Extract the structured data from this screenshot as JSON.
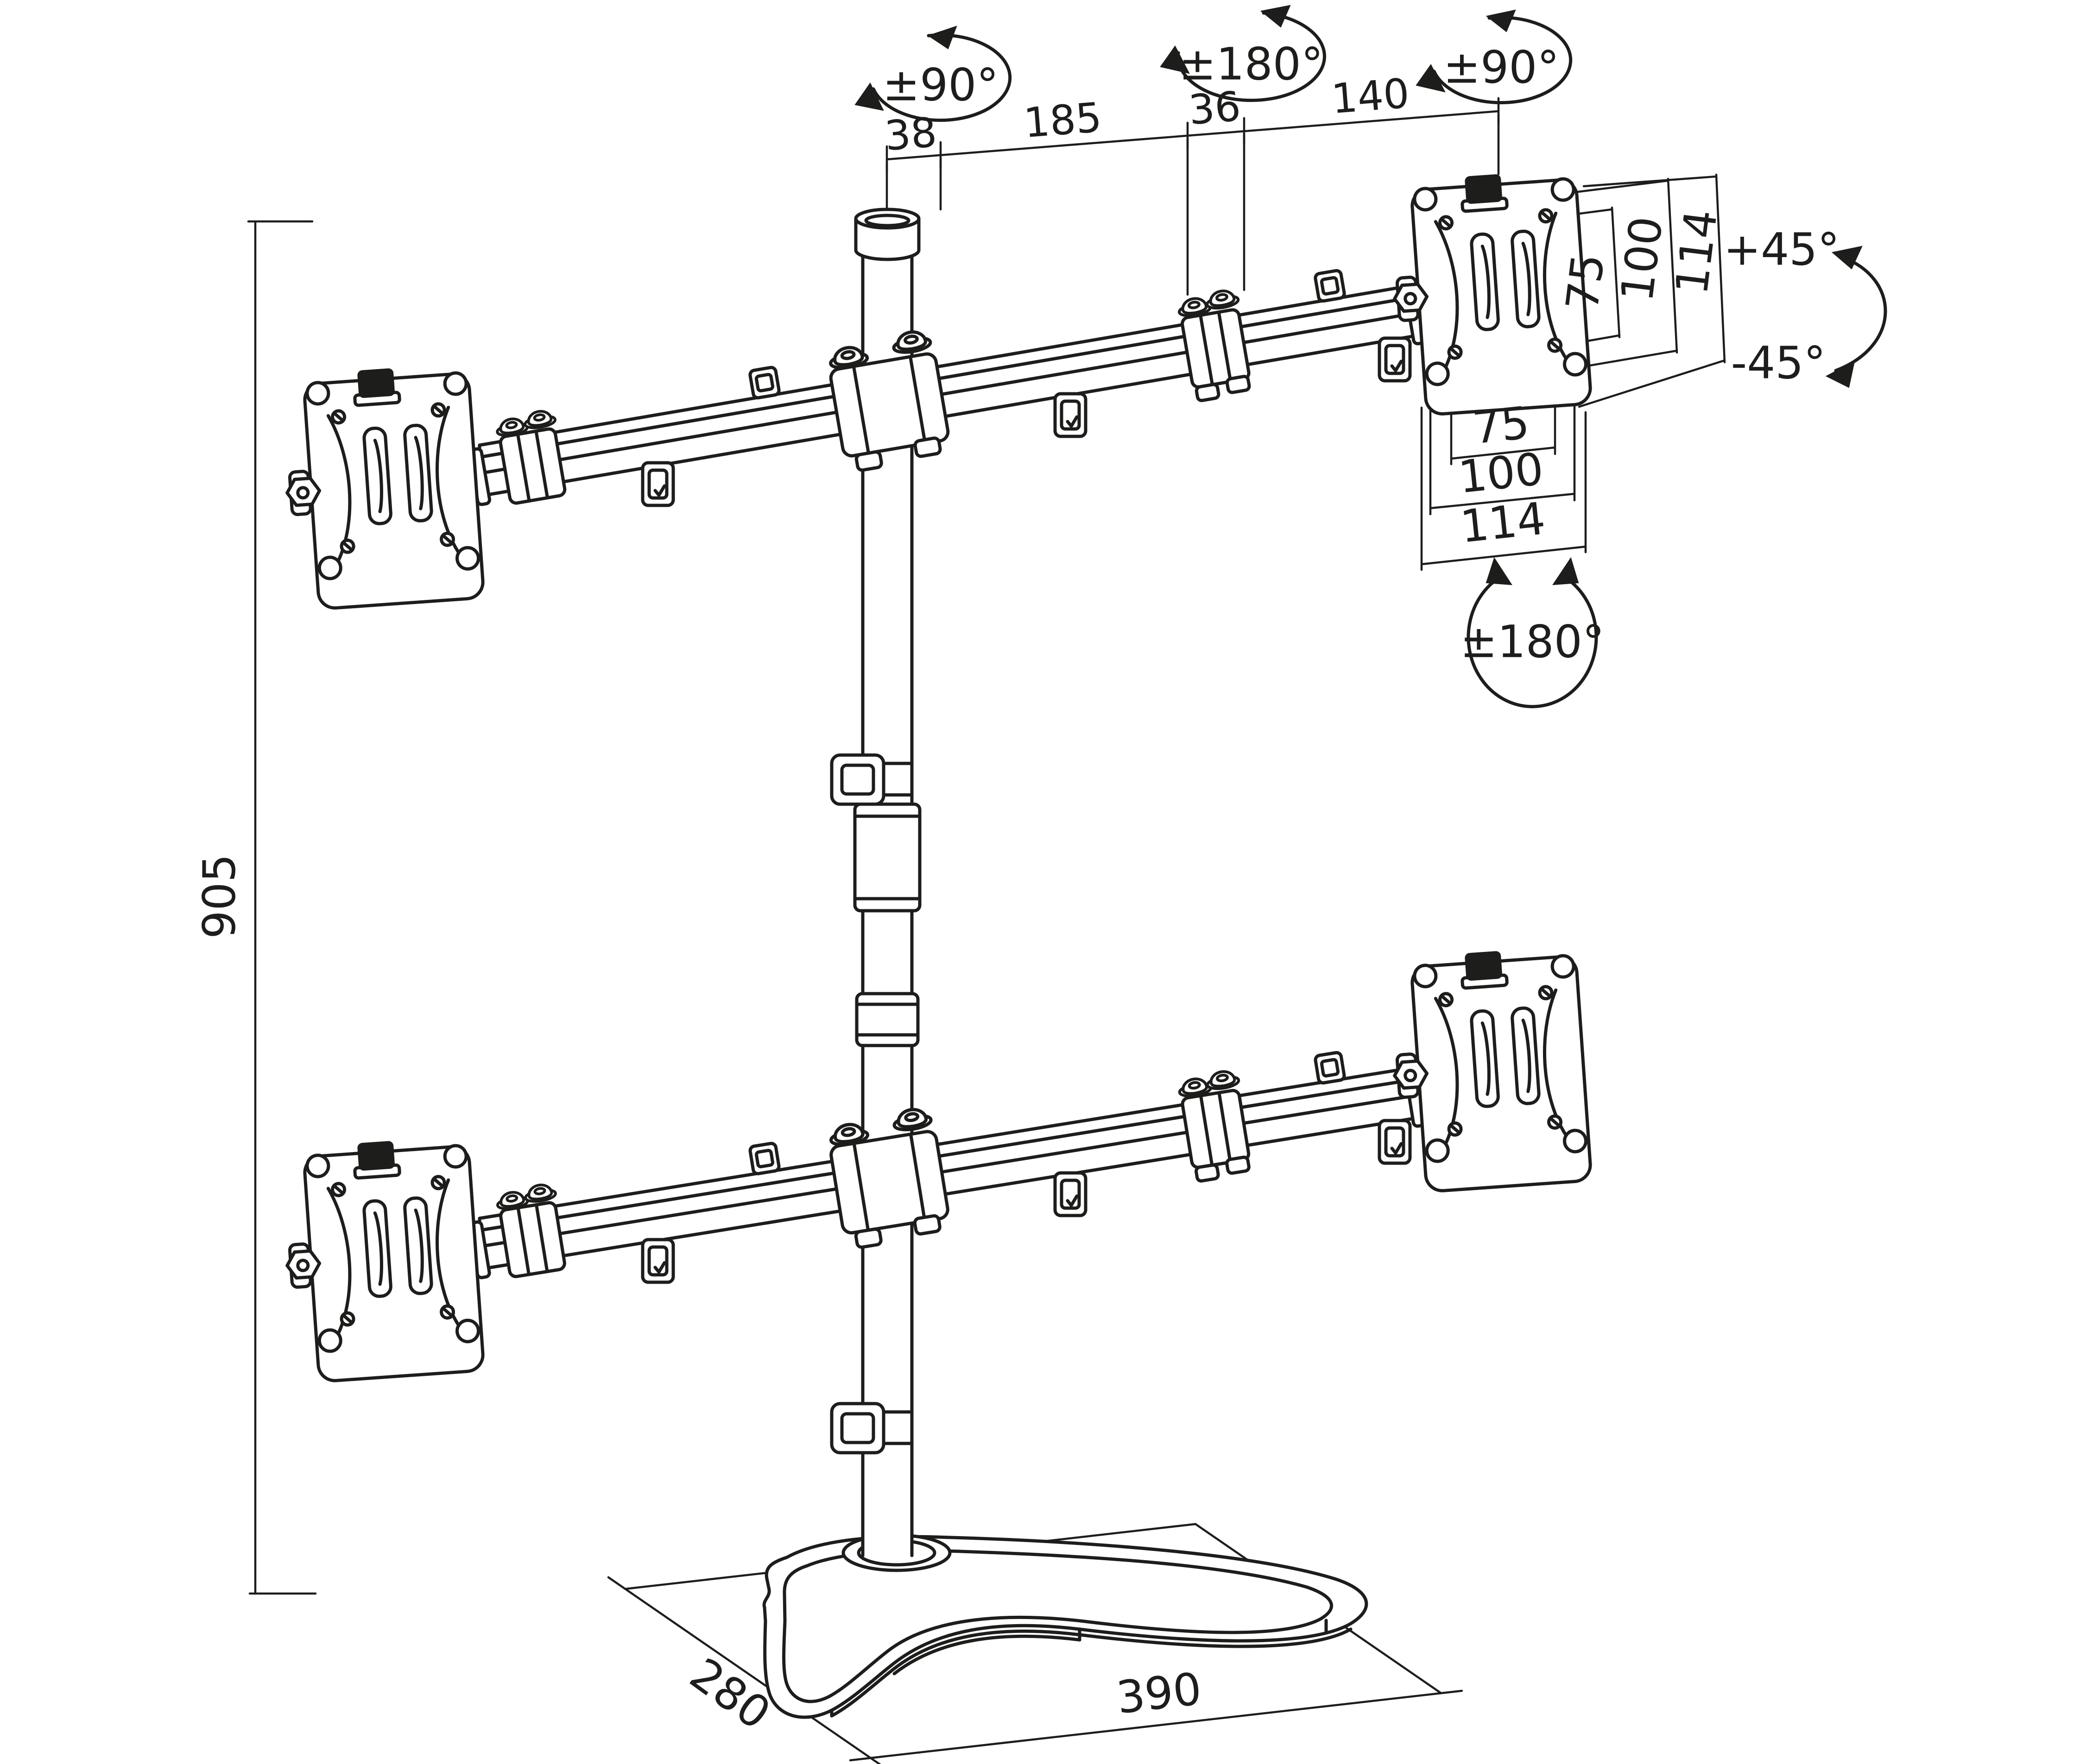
{
  "meta": {
    "background": "#ffffff",
    "line_color": "#1d1d1b",
    "description": "Dimensional line drawing of a quad-monitor free-standing desk mount: centre pole, two crossbars, four VESA plates and curved foot base"
  },
  "annotations": {
    "height": "905",
    "pole_width": "38",
    "arm_span_inner": "185",
    "joint_width": "36",
    "arm_span_outer": "140",
    "pole_swivel": "±90°",
    "arm_swivel": "±180°",
    "head_swivel": "±90°",
    "tilt_up": "+45°",
    "tilt_down": "-45°",
    "plate_rotate": "±180°",
    "vesa_side": [
      "75",
      "100",
      "114"
    ],
    "vesa_bottom": [
      "75",
      "100",
      "114"
    ],
    "base_depth": "280",
    "base_width": "390"
  }
}
